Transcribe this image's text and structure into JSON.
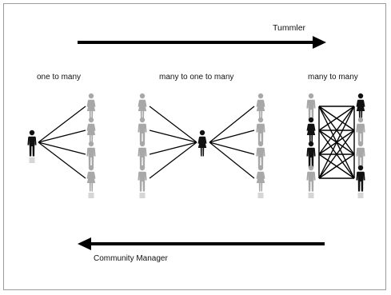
{
  "top_arrow": {
    "label": "Tummler"
  },
  "bottom_arrow": {
    "label": "Community Manager"
  },
  "groups": [
    {
      "label": "one to many"
    },
    {
      "label": "many to one to many"
    },
    {
      "label": "many to many"
    }
  ],
  "colors": {
    "dark_figure": "#111111",
    "light_figure": "#a8a8a8",
    "reflection": "#d6d6d6",
    "line": "#000000",
    "border": "#9a9a9a"
  },
  "icons": [
    "person-icon",
    "arrow-right-icon",
    "arrow-left-icon"
  ]
}
